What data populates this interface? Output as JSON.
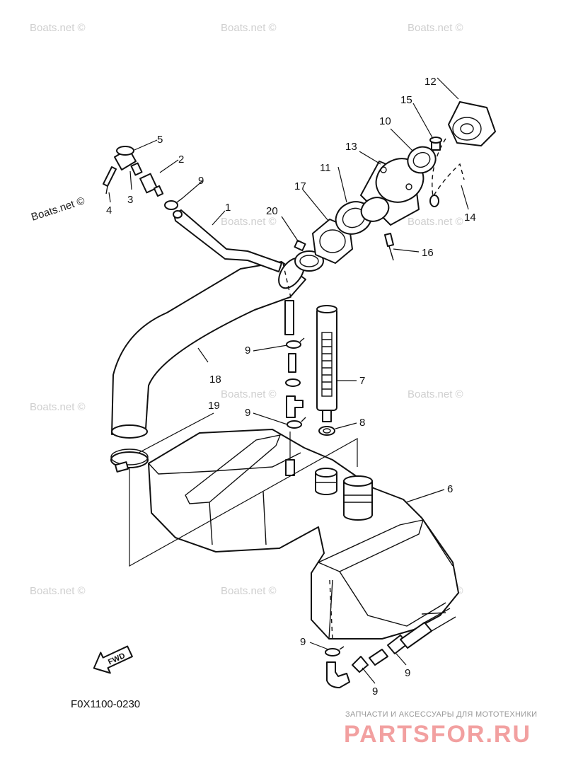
{
  "watermark": {
    "text": "Boats.net ©",
    "primary_text": "Boats.net ©",
    "color": "#cfcfcf"
  },
  "callouts": {
    "p1": "1",
    "p2": "2",
    "p3": "3",
    "p4": "4",
    "p5": "5",
    "p6": "6",
    "p7": "7",
    "p8": "8",
    "p9a": "9",
    "p9b": "9",
    "p9c": "9",
    "p9d": "9",
    "p9e": "9",
    "p9f": "9",
    "p10": "10",
    "p11": "11",
    "p12": "12",
    "p13": "13",
    "p14": "14",
    "p15": "15",
    "p16": "16",
    "p17": "17",
    "p18": "18",
    "p19": "19",
    "p20": "20"
  },
  "fwd_label": "FWD",
  "diagram_code": "F0X1100-0230",
  "ad": {
    "tagline": "ЗАПЧАСТИ И АКСЕССУАРЫ ДЛЯ МОТОТЕХНИКИ",
    "logo": "PARTSFOR.RU",
    "color": "#e05a5a"
  }
}
